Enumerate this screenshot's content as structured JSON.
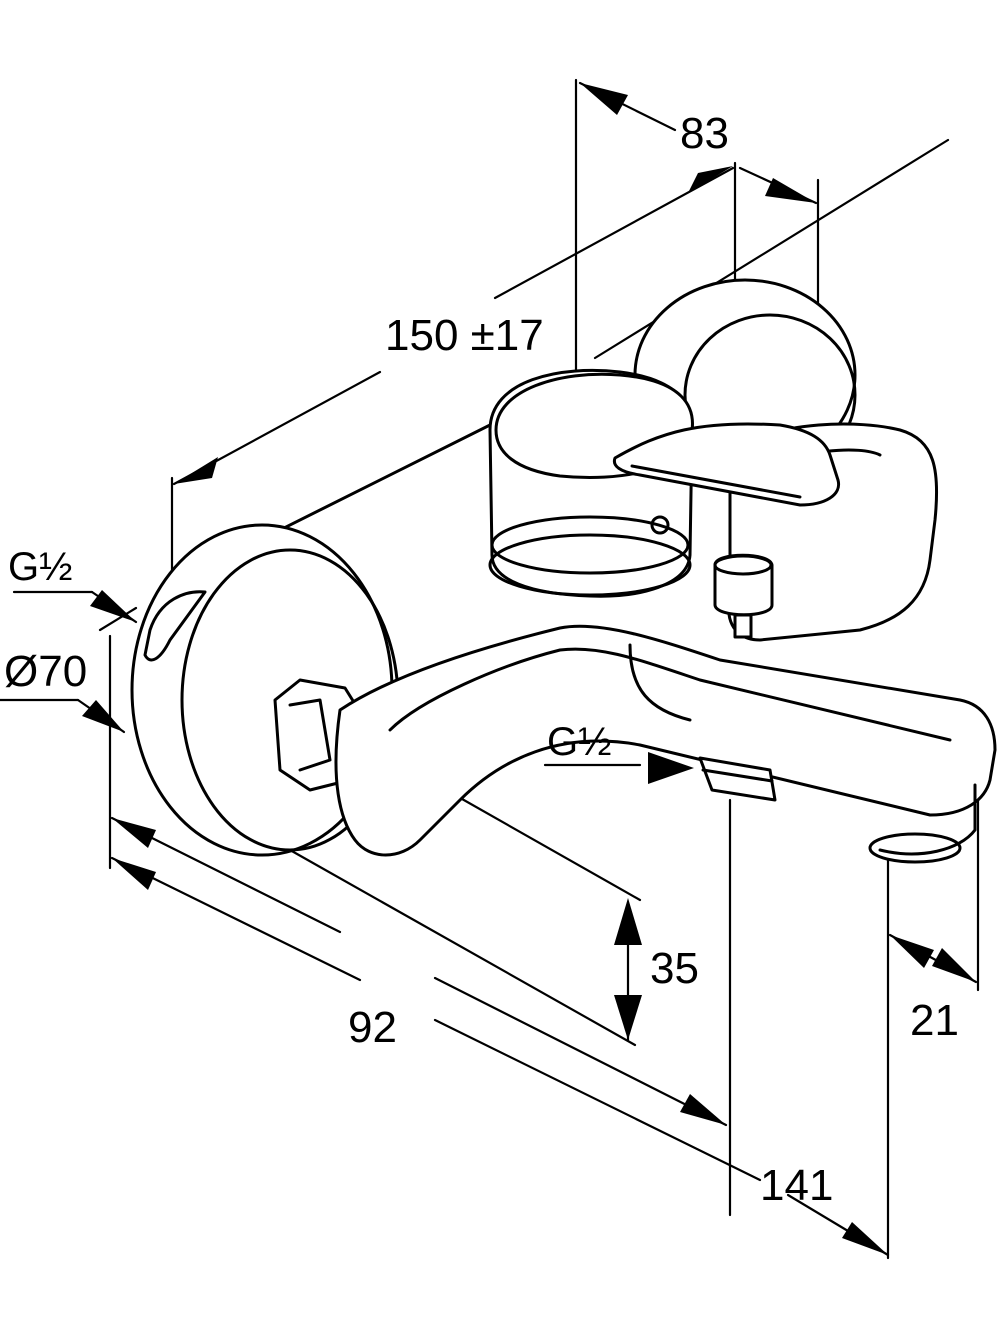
{
  "drawing": {
    "subject": "wall-mounted bath mixer",
    "dimensions": {
      "spout_offset": "83",
      "connection_spacing": "150 ±17",
      "thread_inlet": "G½",
      "rosette_diameter": "Ø70",
      "thread_outlet": "G½",
      "height_offset": "35",
      "spout_height": "21",
      "wall_to_outlet": "92",
      "projection": "141"
    }
  }
}
